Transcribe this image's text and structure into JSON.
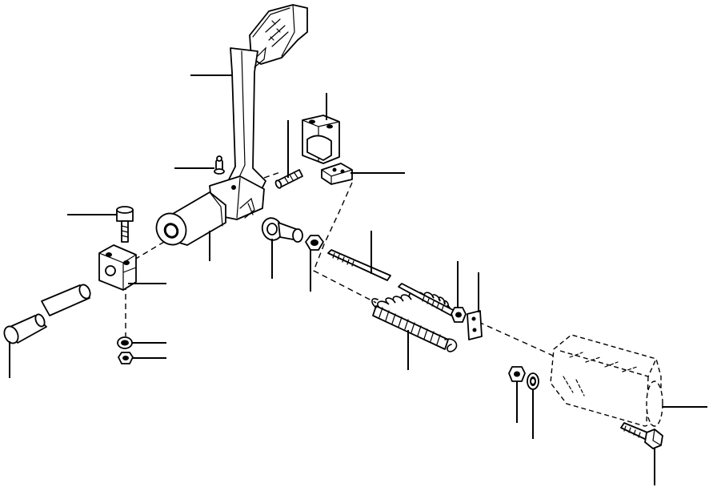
{
  "diagram": {
    "kind": "exploded-parts-view",
    "parts": [
      {
        "id": "pedal-lever"
      },
      {
        "id": "grease-nipple"
      },
      {
        "id": "pivot-sleeve"
      },
      {
        "id": "clamp-bolt"
      },
      {
        "id": "split-clamp-block"
      },
      {
        "id": "pivot-shaft"
      },
      {
        "id": "washer"
      },
      {
        "id": "lock-nut"
      },
      {
        "id": "ball-joint-rod-end"
      },
      {
        "id": "hex-nut-upper"
      },
      {
        "id": "split-bracket"
      },
      {
        "id": "spring-pin"
      },
      {
        "id": "anchor-plate"
      },
      {
        "id": "threaded-rod"
      },
      {
        "id": "tension-spring"
      },
      {
        "id": "adjuster-rod"
      },
      {
        "id": "adjuster-nut"
      },
      {
        "id": "clevis-plate"
      },
      {
        "id": "valve-housing"
      },
      {
        "id": "flange-nut"
      },
      {
        "id": "spring-washer"
      },
      {
        "id": "mounting-bolt"
      }
    ]
  }
}
